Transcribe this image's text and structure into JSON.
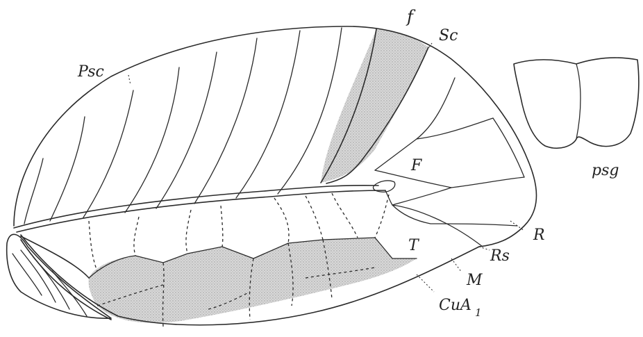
{
  "labels": {
    "f": "f",
    "sc": "Sc",
    "psc": "Psc",
    "f_field": "F",
    "r": "R",
    "rs": "Rs",
    "t": "T",
    "m": "M",
    "cua_main": "CuA",
    "cua_sub": "1",
    "psg": "psg"
  },
  "colors": {
    "line": "#2a2a2a",
    "shade": "#cfcfcf",
    "background": "#ffffff"
  }
}
